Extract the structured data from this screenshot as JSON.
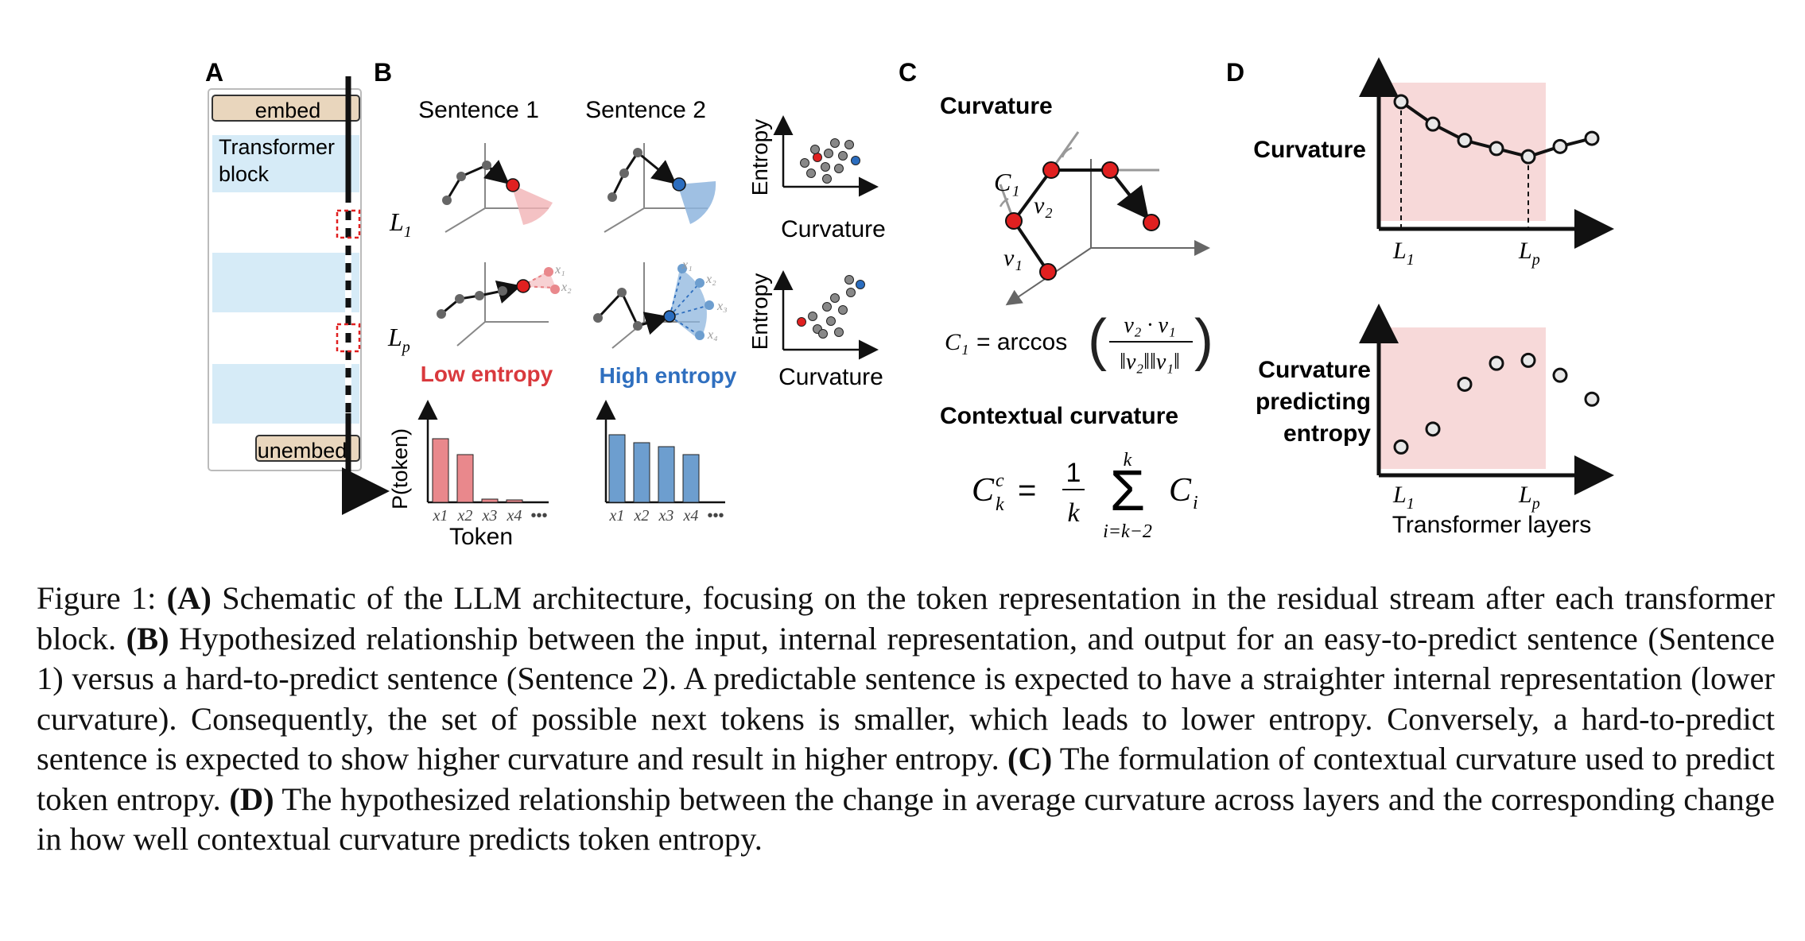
{
  "panels": {
    "a": {
      "letter": "A",
      "embed": "embed",
      "block_line1": "Transformer",
      "block_line2": "block",
      "unembed": "unembed"
    },
    "b": {
      "letter": "B",
      "sentence1": "Sentence 1",
      "sentence2": "Sentence 2",
      "layer_first": "L",
      "layer_first_sub": "1",
      "layer_p": "L",
      "layer_p_sub": "p",
      "low_entropy": "Low entropy",
      "high_entropy": "High entropy",
      "entropy_label": "Entropy",
      "curvature_label": "Curvature",
      "ptoken": "P(token)",
      "token": "Token",
      "xticks": [
        "x1",
        "x2",
        "x3",
        "x4",
        "•••"
      ],
      "low_probs": [
        0.8,
        0.6,
        0.04,
        0.03
      ],
      "high_probs": [
        0.85,
        0.75,
        0.7,
        0.6
      ],
      "colors": {
        "red": "#e9888c",
        "blue": "#6d9ecf",
        "red_dot": "#e02020",
        "blue_dot": "#2b6dbf",
        "dark_red": "#d9393d",
        "dark_blue": "#2f6fbf"
      }
    },
    "c": {
      "letter": "C",
      "title": "Curvature",
      "c1": "C₁",
      "v2": "v₂",
      "v1": "v₁",
      "formula": "C₁ = arccos ( v₂ · v₁ / ‖v₂‖‖v₁‖ )",
      "ctx_title": "Contextual curvature",
      "ctx_formula": "Cₖᶜ = 1/k Σ Cᵢ",
      "sum_top": "k",
      "sum_bottom": "i=k−2"
    },
    "d": {
      "letter": "D",
      "top_label": "Curvature",
      "bottom_label_1": "Curvature",
      "bottom_label_2": "predicting",
      "bottom_label_3": "entropy",
      "l1": "L",
      "l1_sub": "1",
      "lp": "L",
      "lp_sub": "p",
      "xlabel": "Transformer layers",
      "shade": "#f7d9d9",
      "curvature_points": [
        1.0,
        0.78,
        0.62,
        0.54,
        0.46,
        0.56,
        0.64
      ],
      "predicting_points": [
        0.2,
        0.32,
        0.62,
        0.76,
        0.78,
        0.68,
        0.52
      ]
    }
  },
  "caption": {
    "prefix": "Figure 1: ",
    "a_tag": "(A)",
    "a_text": " Schematic of the LLM architecture, focusing on the token representation in the residual stream after each transformer block. ",
    "b_tag": "(B)",
    "b_text": " Hypothesized relationship between the input, internal representation, and output for an easy-to-predict sentence (Sentence 1) versus a hard-to-predict sentence (Sentence 2). A predictable sentence is expected to have a straighter internal representation (lower curvature). Consequently, the set of possible next tokens is smaller, which leads to lower entropy. Conversely, a hard-to-predict sentence is expected to show higher curvature and result in higher entropy. ",
    "c_tag": "(C)",
    "c_text": " The formulation of contextual curvature used to predict token entropy. ",
    "d_tag": "(D)",
    "d_text": " The hypothesized relationship between the change in average curvature across layers and the corresponding change in how well contextual curvature predicts token entropy."
  }
}
